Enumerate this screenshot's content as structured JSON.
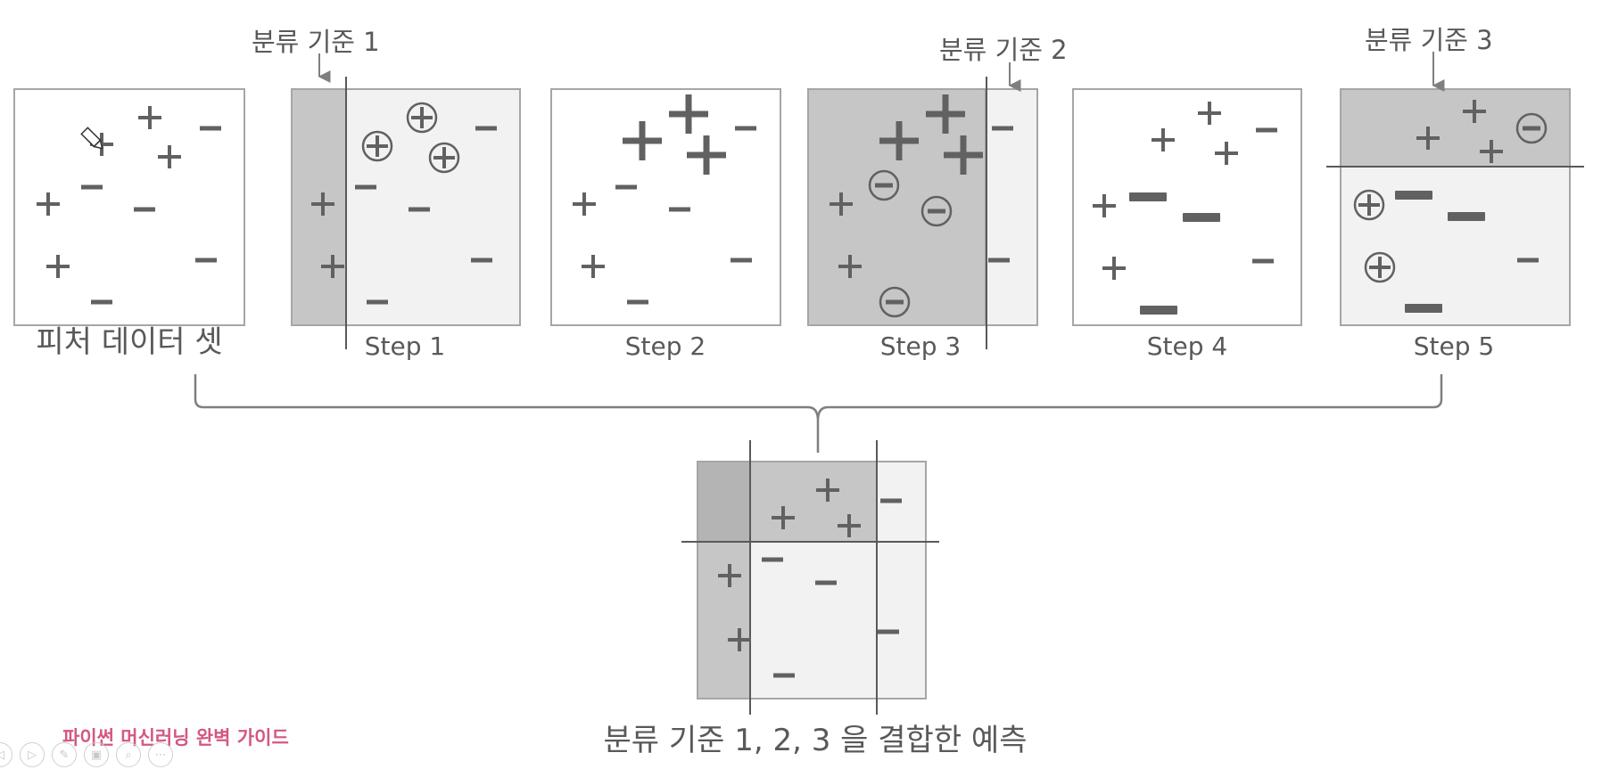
{
  "panels": {
    "dataset_label": "피처 데이터 셋",
    "step1_label": "Step 1",
    "step2_label": "Step 2",
    "step3_label": "Step 3",
    "step4_label": "Step 4",
    "step5_label": "Step 5"
  },
  "criteria": {
    "criterion1": "분류 기준 1",
    "criterion2": "분류 기준 2",
    "criterion3": "분류 기준 3"
  },
  "combined": {
    "caption": "분류 기준 1, 2, 3 을 결합한 예측"
  },
  "footer": {
    "title": "파이썬 머신러닝 완벽 가이드"
  },
  "controls": [
    {
      "icon": "prev-icon",
      "glyph": "◁"
    },
    {
      "icon": "play-icon",
      "glyph": "▷"
    },
    {
      "icon": "pen-icon",
      "glyph": "✎"
    },
    {
      "icon": "slides-icon",
      "glyph": "▣"
    },
    {
      "icon": "zoom-icon",
      "glyph": "⌕"
    },
    {
      "icon": "more-icon",
      "glyph": "⋯"
    }
  ],
  "colors": {
    "box_border": "#a6a6a6",
    "region_dark": "#c6c6c6",
    "region_light": "#f2f2f2",
    "symbol": "#616161",
    "footer_text": "#d4587e"
  }
}
